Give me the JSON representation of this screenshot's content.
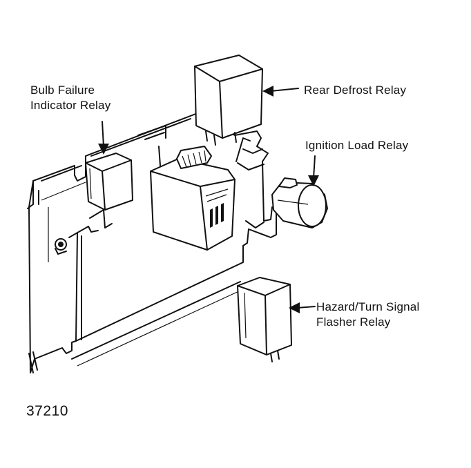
{
  "labels": {
    "bulb_failure": [
      "Bulb Failure",
      "Indicator Relay"
    ],
    "rear_defrost": "Rear Defrost Relay",
    "ignition_load": "Ignition Load Relay",
    "hazard_turn": [
      "Hazard/Turn Signal",
      "Flasher Relay"
    ]
  },
  "figure_number": "37210",
  "colors": {
    "ink": "#111111",
    "paper": "#ffffff"
  }
}
